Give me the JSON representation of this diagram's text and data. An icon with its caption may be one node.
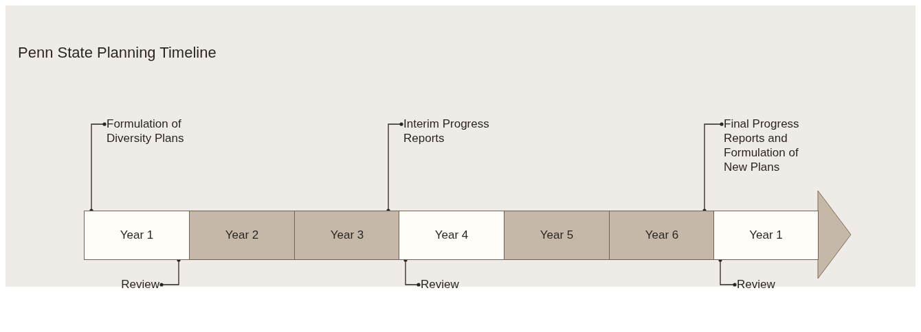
{
  "diagram": {
    "title": "Penn State Planning Timeline",
    "nodes": [
      {
        "text": [
          "Year 1"
        ]
      },
      {
        "text": [
          "Year 2"
        ]
      },
      {
        "text": [
          "Year 3"
        ]
      },
      {
        "text": [
          "Year 4"
        ]
      },
      {
        "text": [
          "Year 5"
        ]
      },
      {
        "text": [
          "Year 6"
        ]
      },
      {
        "text": [
          "Year 1"
        ]
      },
      {
        "text": [
          "Formulation of Diversity Plans"
        ]
      },
      {
        "text": [
          "Interim Progress Reports"
        ]
      },
      {
        "text": [
          "Final Progress Reports and Formulation of New Plans"
        ]
      },
      {
        "text": [
          "Review"
        ]
      },
      {
        "text": [
          "Review"
        ]
      },
      {
        "text": [
          "Review"
        ]
      }
    ],
    "edges": [
      {
        "from": 7,
        "to": 0,
        "arrow": "other"
      },
      {
        "from": 8,
        "to": 2,
        "arrow": "other"
      },
      {
        "from": 9,
        "to": 5,
        "arrow": "other"
      },
      {
        "from": 10,
        "to": 0,
        "arrow": "other"
      },
      {
        "from": 11,
        "to": 3,
        "arrow": "other"
      },
      {
        "from": 12,
        "to": 6,
        "arrow": "other"
      }
    ]
  }
}
